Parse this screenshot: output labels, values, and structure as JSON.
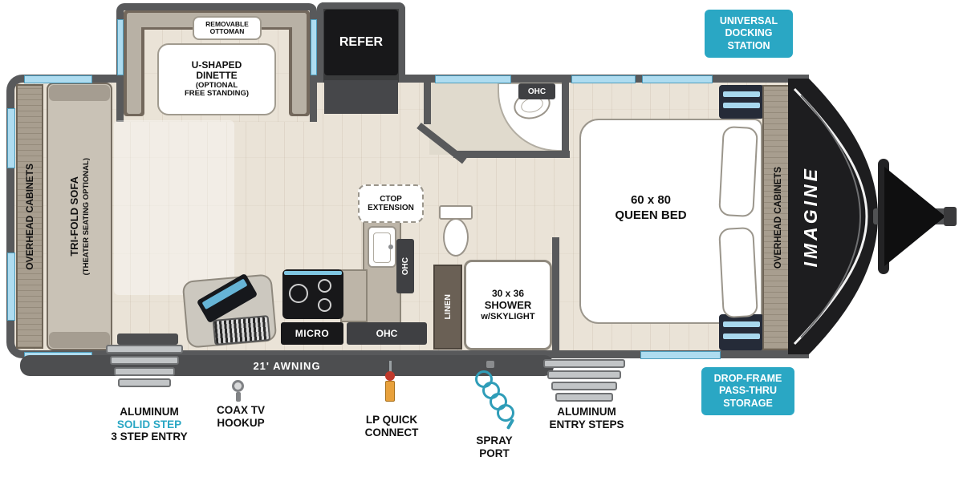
{
  "colors": {
    "teal": "#2aa7c4",
    "wall": "#58595b",
    "window": "#aedcf0"
  },
  "badges": {
    "docking": [
      "UNIVERSAL",
      "DOCKING",
      "STATION"
    ],
    "storage": [
      "DROP-FRAME",
      "PASS-THRU",
      "STORAGE"
    ]
  },
  "plan": {
    "ohc_left": "OVERHEAD CABINETS",
    "sofa_main": "TRI-FOLD SOFA",
    "sofa_sub": "(THEATER SEATING OPTIONAL)",
    "ottoman": [
      "REMOVABLE",
      "OTTOMAN"
    ],
    "dinette": [
      "U-SHAPED",
      "DINETTE",
      "(OPTIONAL",
      "FREE STANDING)"
    ],
    "refer": "REFER",
    "ohc_bath": "OHC",
    "ctop": [
      "CTOP",
      "EXTENSION"
    ],
    "ohc_vert": "OHC",
    "micro": "MICRO",
    "ohc_horiz": "OHC",
    "linen": "LINEN",
    "shower": [
      "30 x 36",
      "SHOWER",
      "w/SKYLIGHT"
    ],
    "bed": [
      "60 x 80",
      "QUEEN BED"
    ],
    "ohc_right": "OVERHEAD CABINETS",
    "brand": "IMAGINE",
    "awning": "21' AWNING"
  },
  "callouts": {
    "solid_step": [
      "ALUMINUM",
      "SOLID STEP",
      "3 STEP ENTRY"
    ],
    "coax": [
      "COAX TV",
      "HOOKUP"
    ],
    "lp": [
      "LP QUICK",
      "CONNECT"
    ],
    "spray": [
      "SPRAY",
      "PORT"
    ],
    "entry": [
      "ALUMINUM",
      "ENTRY STEPS"
    ]
  }
}
